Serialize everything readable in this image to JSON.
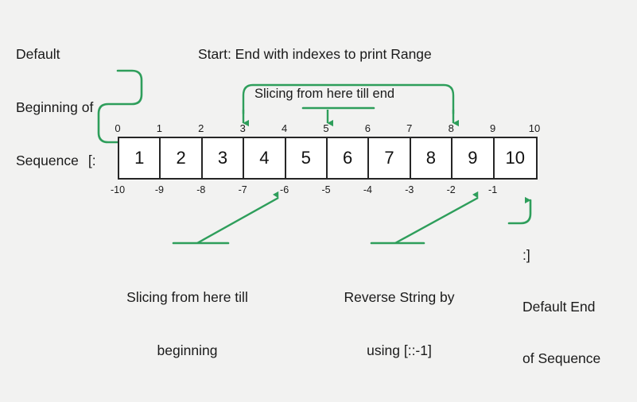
{
  "theme": {
    "background": "#f2f2f1",
    "accent_green": "#2e9e5b",
    "box_border": "#262626",
    "box_fill": "#ffffff",
    "text": "#1a1a1a"
  },
  "annotations": {
    "default_beginning": {
      "line1": "Default",
      "line2": "Beginning of",
      "line3": "Sequence",
      "bracket": "[:"
    },
    "start_end_title": "Start: End with indexes to print Range",
    "slicing_till_end": "Slicing from here till end",
    "slicing_till_beginning": {
      "line1": "Slicing from here till",
      "line2": "beginning"
    },
    "reverse_string": {
      "line1": "Reverse String by",
      "line2": "using [::-1]"
    },
    "default_end": {
      "bracket": ":]",
      "line1": "Default End",
      "line2": "of Sequence"
    }
  },
  "sequence": {
    "values": [
      "1",
      "2",
      "3",
      "4",
      "5",
      "6",
      "7",
      "8",
      "9",
      "10"
    ],
    "positive_indexes": [
      "0",
      "1",
      "2",
      "3",
      "4",
      "5",
      "6",
      "7",
      "8",
      "9",
      "10"
    ],
    "negative_indexes": [
      "-10",
      "-9",
      "-8",
      "-7",
      "-6",
      "-5",
      "-4",
      "-3",
      "-2",
      "-1"
    ]
  },
  "pointers": {
    "range_start_index": "3",
    "range_end_index": "8",
    "slice_from_index": "5",
    "slice_to_beginning_index": "-6",
    "reverse_target_index": "-1",
    "default_end_target_index": "10",
    "default_begin_target_index": "0"
  }
}
